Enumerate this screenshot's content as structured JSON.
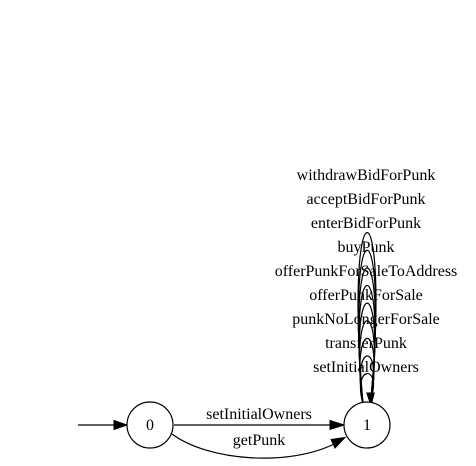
{
  "diagram": {
    "states": [
      {
        "id": "s0",
        "label": "0"
      },
      {
        "id": "s1",
        "label": "1"
      }
    ],
    "edges": [
      {
        "from": "0",
        "to": "1",
        "label": "setInitialOwners"
      },
      {
        "from": "0",
        "to": "1",
        "label": "getPunk"
      }
    ],
    "self_loops": [
      {
        "state": "1",
        "label": "withdrawBidForPunk"
      },
      {
        "state": "1",
        "label": "acceptBidForPunk"
      },
      {
        "state": "1",
        "label": "enterBidForPunk"
      },
      {
        "state": "1",
        "label": "buyPunk"
      },
      {
        "state": "1",
        "label": "offerPunkForSaleToAddress"
      },
      {
        "state": "1",
        "label": "offerPunkForSale"
      },
      {
        "state": "1",
        "label": "punkNoLongerForSale"
      },
      {
        "state": "1",
        "label": "transferPunk"
      },
      {
        "state": "1",
        "label": "setInitialOwners"
      }
    ]
  }
}
